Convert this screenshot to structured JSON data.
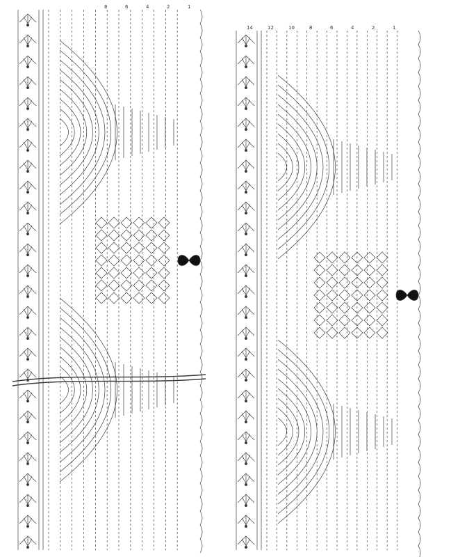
{
  "row_labels_left": [
    "8",
    "6",
    "4",
    "2",
    "1"
  ],
  "row_labels_right": [
    "14",
    "12",
    "10",
    "8",
    "6",
    "4",
    "2",
    "1"
  ],
  "colors": {
    "ink": "#3a3a3a",
    "paper": "#ffffff",
    "accent": "#111111"
  }
}
